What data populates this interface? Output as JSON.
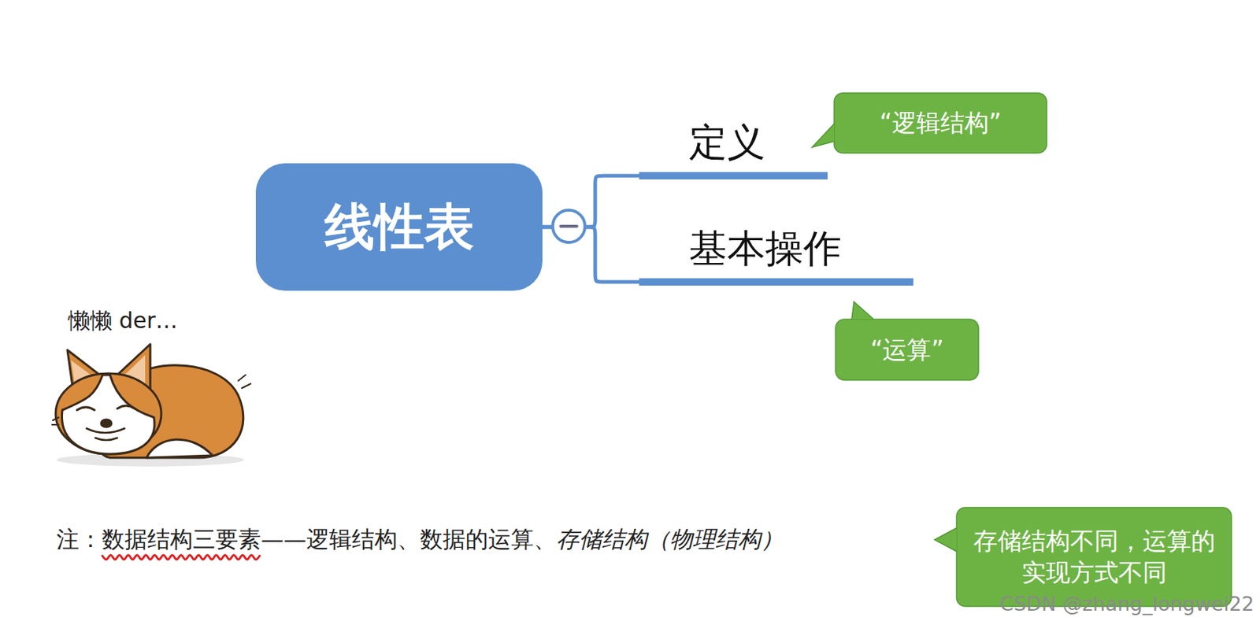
{
  "diagram": {
    "nodes": [
      {
        "text": [
          "线性表"
        ]
      },
      {
        "text": [
          "定义"
        ]
      },
      {
        "text": [
          "基本操作"
        ]
      },
      {
        "text": [
          "“逻辑结构”"
        ]
      },
      {
        "text": [
          "“运算”"
        ]
      },
      {
        "text": [
          "存储结构不同，运算的实现方式不同"
        ]
      }
    ],
    "edges": [
      {
        "from": 0,
        "to": 1,
        "arrow": "none"
      },
      {
        "from": 0,
        "to": 2,
        "arrow": "none"
      }
    ],
    "labels": [
      "懒懒 der…",
      "注：",
      "数据结构三要素",
      "——逻辑结构、数据的运算、",
      "存储结构（物理结构）",
      "CSDN @zhang_longwei22"
    ]
  }
}
